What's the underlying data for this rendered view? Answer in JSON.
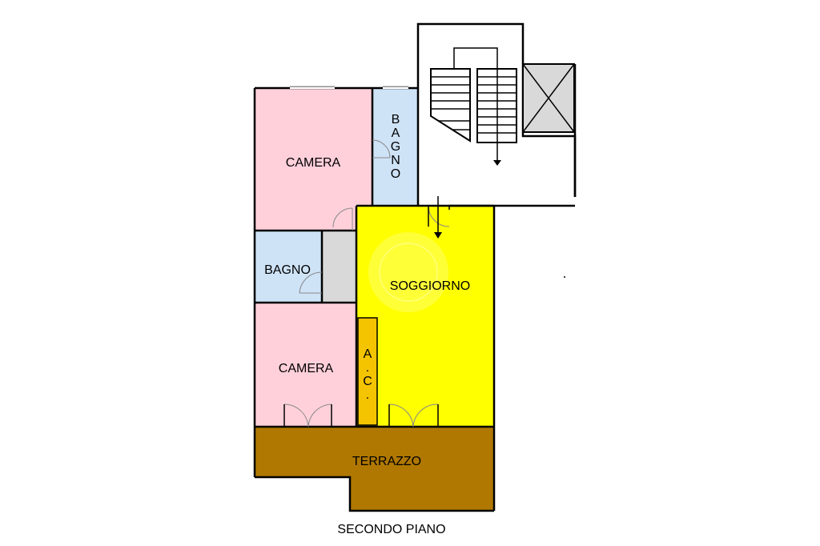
{
  "caption": "SECONDO PIANO",
  "rooms": {
    "camera_top": "CAMERA",
    "bagno_top": "BAGNO",
    "bagno_mid": "BAGNO",
    "soggiorno": "SOGGIORNO",
    "camera_bottom": "CAMERA",
    "ac": "A.C.",
    "terrazzo": "TERRAZZO"
  },
  "colors": {
    "camera": "#ffd0da",
    "bagno": "#cfe3f7",
    "soggiorno": "#ffff00",
    "ac": "#f5c400",
    "terrazzo": "#b07800",
    "corridor": "#d9d9d9",
    "lift": "#d9d9d9"
  }
}
